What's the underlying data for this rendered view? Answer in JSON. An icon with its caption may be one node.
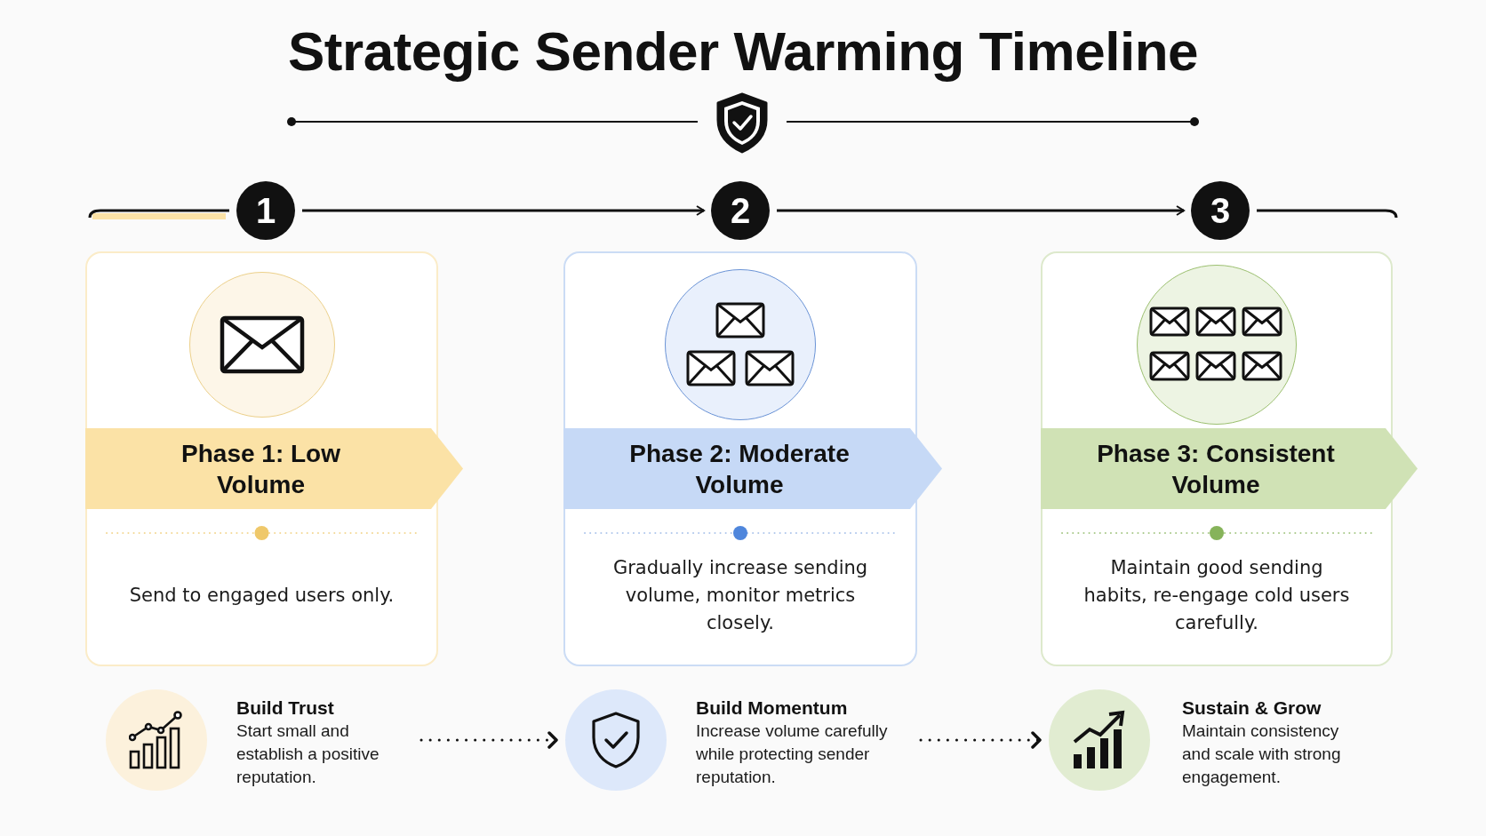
{
  "diagram": {
    "title": "Strategic Sender Warming Timeline",
    "nodes": [
      {
        "text": [
          "1"
        ]
      },
      {
        "text": [
          "2"
        ]
      },
      {
        "text": [
          "3"
        ]
      },
      {
        "text": [
          "Phase 1: Low Volume",
          "Send to engaged users only."
        ]
      },
      {
        "text": [
          "Phase 2: Moderate Volume",
          "Gradually increase sending volume, monitor metrics closely."
        ]
      },
      {
        "text": [
          "Phase 3: Consistent Volume",
          "Maintain good sending habits, re-engage cold users carefully."
        ]
      },
      {
        "text": [
          "Build Trust",
          "Start small and establish a positive reputation."
        ]
      },
      {
        "text": [
          "Build Momentum",
          "Increase volume carefully while protecting sender reputation."
        ]
      },
      {
        "text": [
          "Sustain & Grow",
          "Maintain consistency and scale with strong engagement."
        ]
      }
    ],
    "edges": [
      {
        "from": null,
        "to": 0,
        "arrow": "none"
      },
      {
        "from": 0,
        "to": 1,
        "arrow": "to"
      },
      {
        "from": 1,
        "to": 2,
        "arrow": "to"
      },
      {
        "from": 2,
        "to": null,
        "arrow": "none"
      },
      {
        "from": 6,
        "to": 7,
        "arrow": "to",
        "style": "dashed"
      },
      {
        "from": 7,
        "to": 8,
        "arrow": "to",
        "style": "dashed"
      }
    ]
  }
}
